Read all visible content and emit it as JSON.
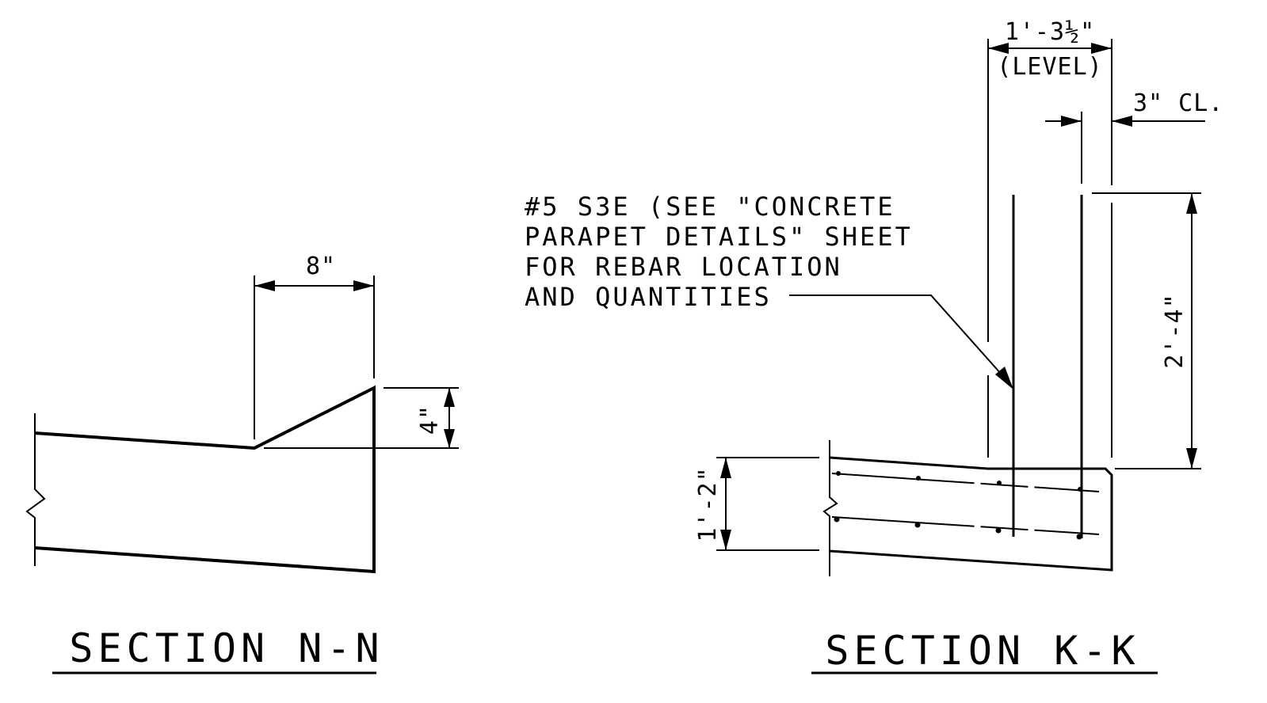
{
  "section_nn": {
    "title": "SECTION N-N",
    "dim_width": "8\"",
    "dim_height": "4\""
  },
  "section_kk": {
    "title": "SECTION K-K",
    "dim_top": "1'-3½\"",
    "dim_top_note": "(LEVEL)",
    "dim_clear": "3\" CL.",
    "dim_height": "2'-4\"",
    "dim_slab": "1'-2\"",
    "note_lines": [
      "#5 S3E (SEE \"CONCRETE",
      "PARAPET DETAILS\" SHEET",
      "FOR REBAR LOCATION",
      "AND QUANTITIES"
    ]
  }
}
